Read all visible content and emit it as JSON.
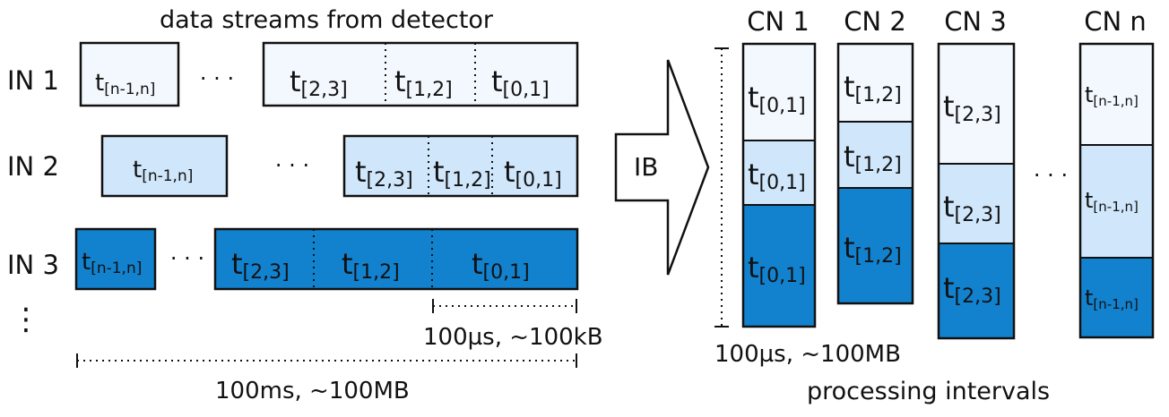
{
  "title": "data streams from detector",
  "in_labels": [
    "IN 1",
    "IN 2",
    "IN 3"
  ],
  "vertical_ellipsis": "⋮",
  "ellipsis": "· · ·",
  "arrow_label": "IB",
  "cn_labels": [
    "CN 1",
    "CN 2",
    "CN 3",
    "CN n"
  ],
  "tokens": {
    "t": "t",
    "n_1_n": "[n-1,n]",
    "s23": "[2,3]",
    "s12": "[1,2]",
    "s01": "[0,1]"
  },
  "measure_small": "100µs, ~100kB",
  "measure_ms": "100ms, ~100MB",
  "measure_cn": "100µs, ~100MB",
  "processing_label": "processing intervals",
  "colors": {
    "light": "#f3f8fe",
    "mid": "#cfe6fb",
    "dark": "#1282cf"
  }
}
